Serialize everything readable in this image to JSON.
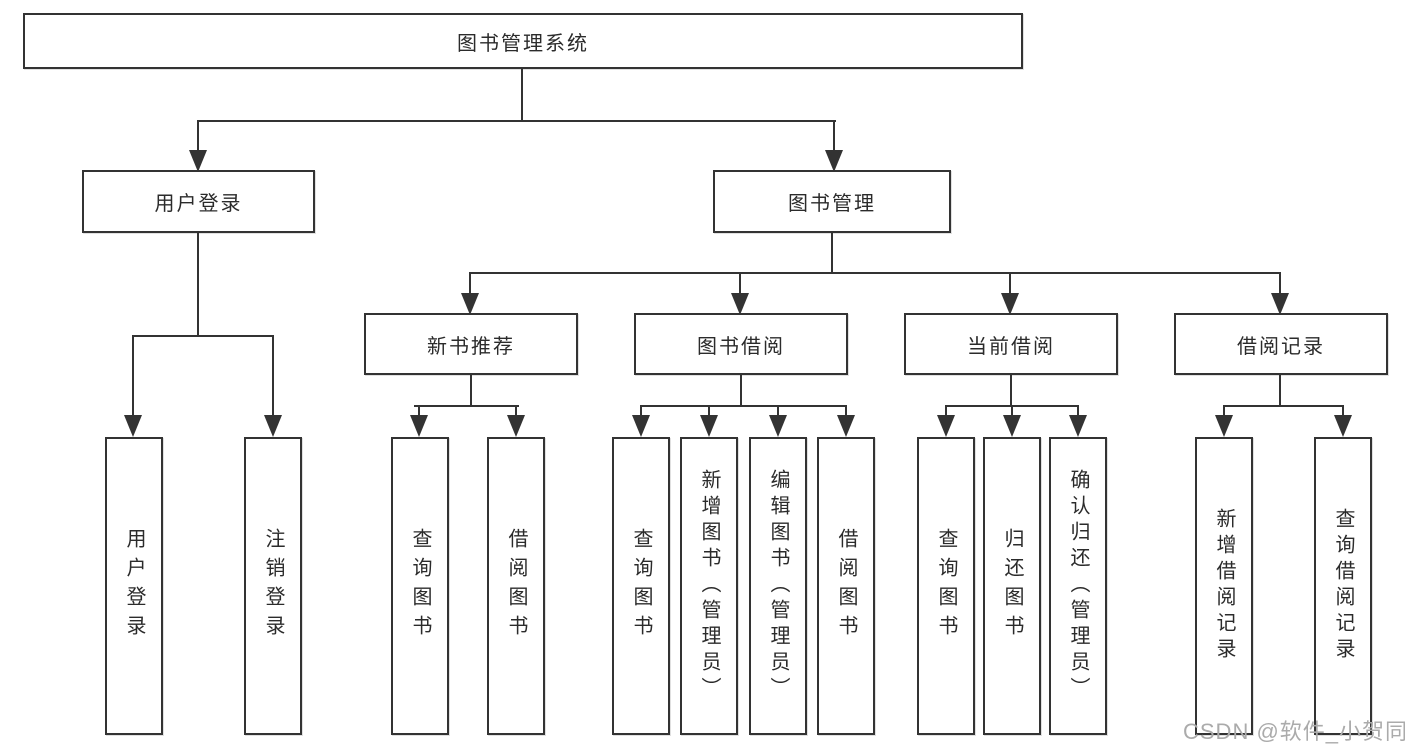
{
  "diagram": {
    "root": {
      "label": "图书管理系统"
    },
    "branches": {
      "user_login": {
        "label": "用户登录"
      },
      "book_mgmt": {
        "label": "图书管理"
      }
    },
    "modules": {
      "new_book_rec": {
        "label": "新书推荐"
      },
      "book_borrow": {
        "label": "图书借阅"
      },
      "current_borrow": {
        "label": "当前借阅"
      },
      "borrow_records": {
        "label": "借阅记录"
      }
    },
    "functions": {
      "user_login": [
        {
          "label": "用户登录"
        },
        {
          "label": "注销登录"
        }
      ],
      "new_book_rec": [
        {
          "label": "查询图书"
        },
        {
          "label": "借阅图书"
        }
      ],
      "book_borrow": [
        {
          "label": "查询图书"
        },
        {
          "label": "新增图书（管理员）"
        },
        {
          "label": "编辑图书（管理员）"
        },
        {
          "label": "借阅图书"
        }
      ],
      "current_borrow": [
        {
          "label": "查询图书"
        },
        {
          "label": "归还图书"
        },
        {
          "label": "确认归还（管理员）"
        }
      ],
      "borrow_records": [
        {
          "label": "新增借阅记录"
        },
        {
          "label": "查询借阅记录"
        }
      ]
    }
  },
  "colors": {
    "line": "#333333",
    "text": "#2b2b2b",
    "background": "#ffffff",
    "watermark": "#ababab"
  },
  "watermark": "CSDN @软件_小贺同学"
}
